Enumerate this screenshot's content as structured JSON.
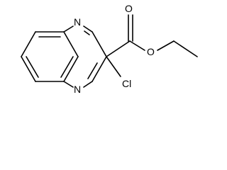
{
  "molecule": {
    "atoms": {
      "n_top": "N",
      "n_bottom": "N",
      "o_carbonyl": "O",
      "o_ester": "O",
      "chlorine": "Cl"
    }
  },
  "colors": {
    "background": "#ffffff",
    "ink": "#000000"
  }
}
